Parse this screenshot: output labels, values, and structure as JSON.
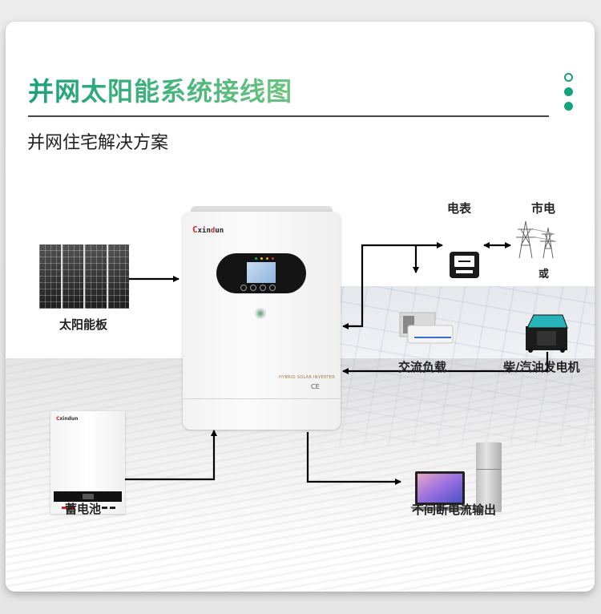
{
  "header": {
    "title": "并网太阳能系统接线图",
    "subtitle": "并网住宅解决方案",
    "accent_color": "#17a27f"
  },
  "components": {
    "solar_panel": {
      "label": "太阳能板",
      "icon": "solar-panel-icon"
    },
    "battery": {
      "label": "蓄电池",
      "icon": "battery-icon",
      "brand": "xindun"
    },
    "inverter": {
      "icon": "inverter-icon",
      "brand": "xindun",
      "model_text": "HYBRID SOLAR INVERTER",
      "cert_text": "CE"
    },
    "meter": {
      "label": "电表",
      "icon": "electric-meter-icon"
    },
    "grid": {
      "label": "市电",
      "icon": "power-tower-icon"
    },
    "or_text": "或",
    "ac_load": {
      "label": "交流负载",
      "icon": "air-conditioner-icon"
    },
    "generator": {
      "label": "柴/汽油发电机",
      "icon": "generator-icon"
    },
    "ups_output": {
      "label": "不间断电流输出",
      "icons": [
        "laptop-icon",
        "refrigerator-icon"
      ]
    }
  },
  "connections": [
    {
      "from": "太阳能板",
      "to": "inverter",
      "direction": "one-way"
    },
    {
      "from": "蓄电池",
      "to": "inverter",
      "direction": "one-way"
    },
    {
      "from": "inverter",
      "to": "电表",
      "direction": "one-way"
    },
    {
      "from": "电表",
      "to": "inverter",
      "direction": "one-way"
    },
    {
      "from": "电表",
      "to": "交流负载",
      "direction": "one-way"
    },
    {
      "from": "电表",
      "to": "市电",
      "direction": "two-way"
    },
    {
      "from": "柴/汽油发电机",
      "to": "inverter",
      "direction": "one-way"
    },
    {
      "from": "inverter",
      "to": "不间断电流输出",
      "direction": "one-way"
    }
  ]
}
